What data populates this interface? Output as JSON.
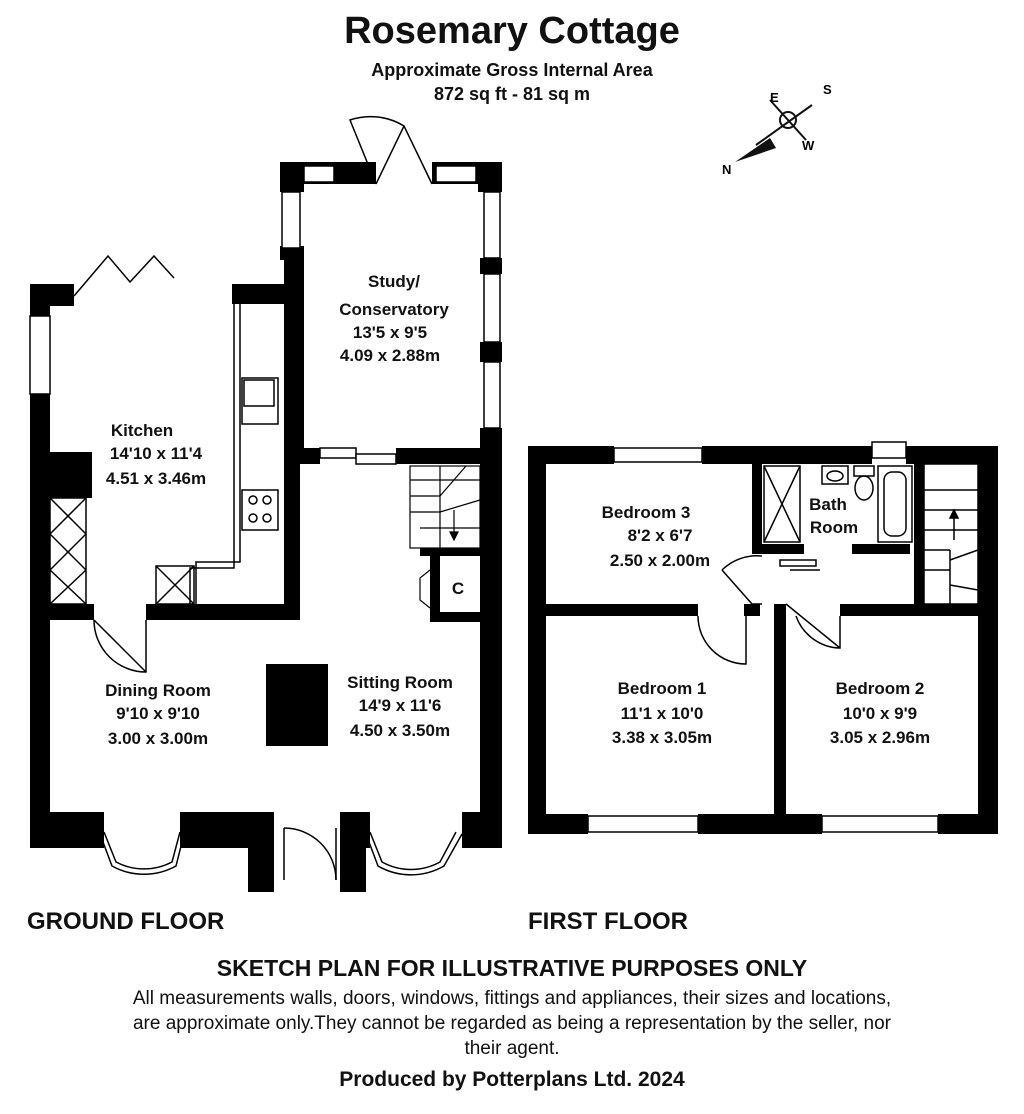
{
  "header": {
    "title": "Rosemary Cottage",
    "area_label": "Approximate Gross Internal Area",
    "area_value": "872 sq ft - 81 sq m"
  },
  "compass": {
    "n": "N",
    "e": "E",
    "s": "S",
    "w": "W"
  },
  "ground_floor": {
    "label": "GROUND FLOOR",
    "rooms": {
      "conservatory": {
        "line1": "Study/",
        "line2": "Conservatory",
        "imperial": "13'5 x 9'5",
        "metric": "4.09 x 2.88m"
      },
      "kitchen": {
        "name": "Kitchen",
        "imperial": "14'10 x 11'4",
        "metric": "4.51 x 3.46m"
      },
      "dining": {
        "name": "Dining Room",
        "imperial": "9'10 x 9'10",
        "metric": "3.00 x 3.00m"
      },
      "sitting": {
        "name": "Sitting Room",
        "imperial": "14'9 x 11'6",
        "metric": "4.50 x 3.50m"
      },
      "cupboard": {
        "name": "C"
      }
    }
  },
  "first_floor": {
    "label": "FIRST FLOOR",
    "rooms": {
      "bedroom3": {
        "name": "Bedroom 3",
        "imperial": "8'2 x 6'7",
        "metric": "2.50 x 2.00m"
      },
      "bathroom": {
        "line1": "Bath",
        "line2": "Room"
      },
      "bedroom1": {
        "name": "Bedroom 1",
        "imperial": "11'1 x 10'0",
        "metric": "3.38 x 3.05m"
      },
      "bedroom2": {
        "name": "Bedroom 2",
        "imperial": "10'0 x 9'9",
        "metric": "3.05 x 2.96m"
      }
    }
  },
  "footer": {
    "disclaimer_title": "SKETCH PLAN FOR ILLUSTRATIVE PURPOSES ONLY",
    "disclaimer_text": "All measurements walls, doors, windows, fittings and appliances, their sizes and locations, are approximate only.They cannot be regarded as being a representation by the seller, nor their agent.",
    "credit": "Produced by Potterplans Ltd. 2024"
  }
}
